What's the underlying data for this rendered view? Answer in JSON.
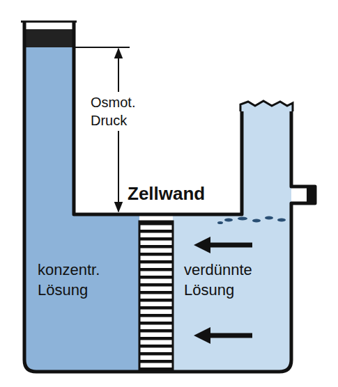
{
  "diagram": {
    "labels": [
      "Osmot. Druck",
      "Zellwand",
      "konzentr. Lösung",
      "verdünnte Lösung"
    ]
  }
}
